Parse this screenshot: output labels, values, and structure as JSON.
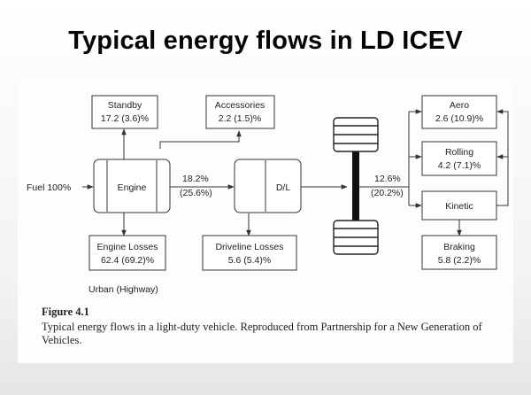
{
  "slide": {
    "title": "Typical energy flows in LD ICEV"
  },
  "diagram": {
    "fuel_label": "Fuel 100%",
    "engine_label": "Engine",
    "dl_label": "D/L",
    "standby": {
      "name": "Standby",
      "value": "17.2 (3.6)%"
    },
    "accessories": {
      "name": "Accessories",
      "value": "2.2 (1.5)%"
    },
    "engine_losses": {
      "name": "Engine Losses",
      "value": "62.4 (69.2)%"
    },
    "driveline_losses": {
      "name": "Driveline Losses",
      "value": "5.6 (5.4)%"
    },
    "engine_to_dl": {
      "line1": "18.2%",
      "line2": "(25.6%)"
    },
    "dl_to_wheels": {
      "line1": "12.6%",
      "line2": "(20.2%)"
    },
    "aero": {
      "name": "Aero",
      "value": "2.6 (10.9)%"
    },
    "rolling": {
      "name": "Rolling",
      "value": "4.2 (7.1)%"
    },
    "kinetic": {
      "name": "Kinetic"
    },
    "braking": {
      "name": "Braking",
      "value": "5.8 (2.2)%"
    },
    "legend_note": "Urban (Highway)"
  },
  "caption": {
    "label": "Figure 4.1",
    "text": "Typical energy flows in a light-duty vehicle. Reproduced from Partnership for a New Generation of Vehicles."
  }
}
